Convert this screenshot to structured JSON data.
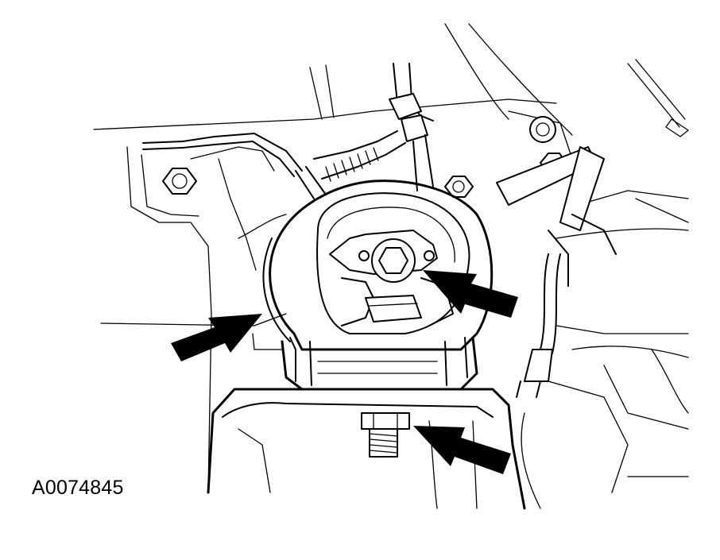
{
  "figure_id": "A0074845",
  "colors": {
    "ink": "#000000",
    "paper": "#ffffff"
  },
  "callouts": [
    {
      "name": "arrow-mount-body",
      "points_to": "mount-housing"
    },
    {
      "name": "arrow-center-bolt",
      "points_to": "center-bolt"
    },
    {
      "name": "arrow-stud-nut",
      "points_to": "stud-nut"
    }
  ]
}
